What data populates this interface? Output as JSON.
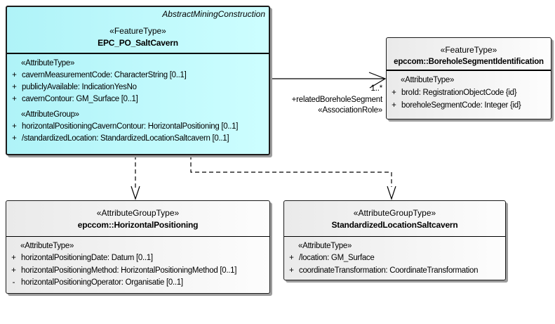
{
  "diagram": {
    "type": "uml-class-diagram",
    "colors": {
      "feature_type_fill": "#b5f6fa",
      "attribute_group_fill": "#efefef",
      "border": "#000000"
    },
    "classes": [
      {
        "header_note": "AbstractMiningConstruction",
        "stereotype": "«FeatureType»",
        "name": "EPC_PO_SaltCavern",
        "sections": [
          {
            "label": "«AttributeType»",
            "attrs": [
              {
                "vis": "+",
                "text": "cavernMeasurementCode: CharacterString [0..1]"
              },
              {
                "vis": "+",
                "text": "publiclyAvailable: IndicationYesNo"
              },
              {
                "vis": "+",
                "text": "cavernContour: GM_Surface [0..1]"
              }
            ]
          },
          {
            "label": "«AttributeGroup»",
            "attrs": [
              {
                "vis": "+",
                "text": "horizontalPositioningCavernContour: HorizontalPositioning [0..1]"
              },
              {
                "vis": "+",
                "text": "/standardizedLocation: StandardizedLocationSaltcavern [0..1]"
              }
            ]
          }
        ]
      },
      {
        "stereotype": "«FeatureType»",
        "name": "epccom::BoreholeSegmentIdentification",
        "sections": [
          {
            "label": "«AttributeType»",
            "attrs": [
              {
                "vis": "+",
                "text": "broId: RegistrationObjectCode {id}"
              },
              {
                "vis": "+",
                "text": "boreholeSegmentCode: Integer {id}"
              }
            ]
          }
        ]
      },
      {
        "stereotype": "«AttributeGroupType»",
        "name": "epccom::HorizontalPositioning",
        "sections": [
          {
            "label": "«AttributeType»",
            "attrs": [
              {
                "vis": "+",
                "text": "horizontalPositioningDate: Datum [0..1]"
              },
              {
                "vis": "+",
                "text": "horizontalPositioningMethod: HorizontalPositioningMethod [0..1]"
              },
              {
                "vis": "-",
                "text": "horizontalPositioningOperator: Organisatie [0..1]"
              }
            ]
          }
        ]
      },
      {
        "stereotype": "«AttributeGroupType»",
        "name": "StandardizedLocationSaltcavern",
        "sections": [
          {
            "label": "«AttributeType»",
            "attrs": [
              {
                "vis": "+",
                "text": "/location: GM_Surface"
              },
              {
                "vis": "+",
                "text": "coordinateTransformation: CoordinateTransformation"
              }
            ]
          }
        ]
      }
    ],
    "association": {
      "multiplicity": "1..*",
      "role": "+relatedBoreholeSegment",
      "stereotype": "«AssociationRole»"
    }
  }
}
